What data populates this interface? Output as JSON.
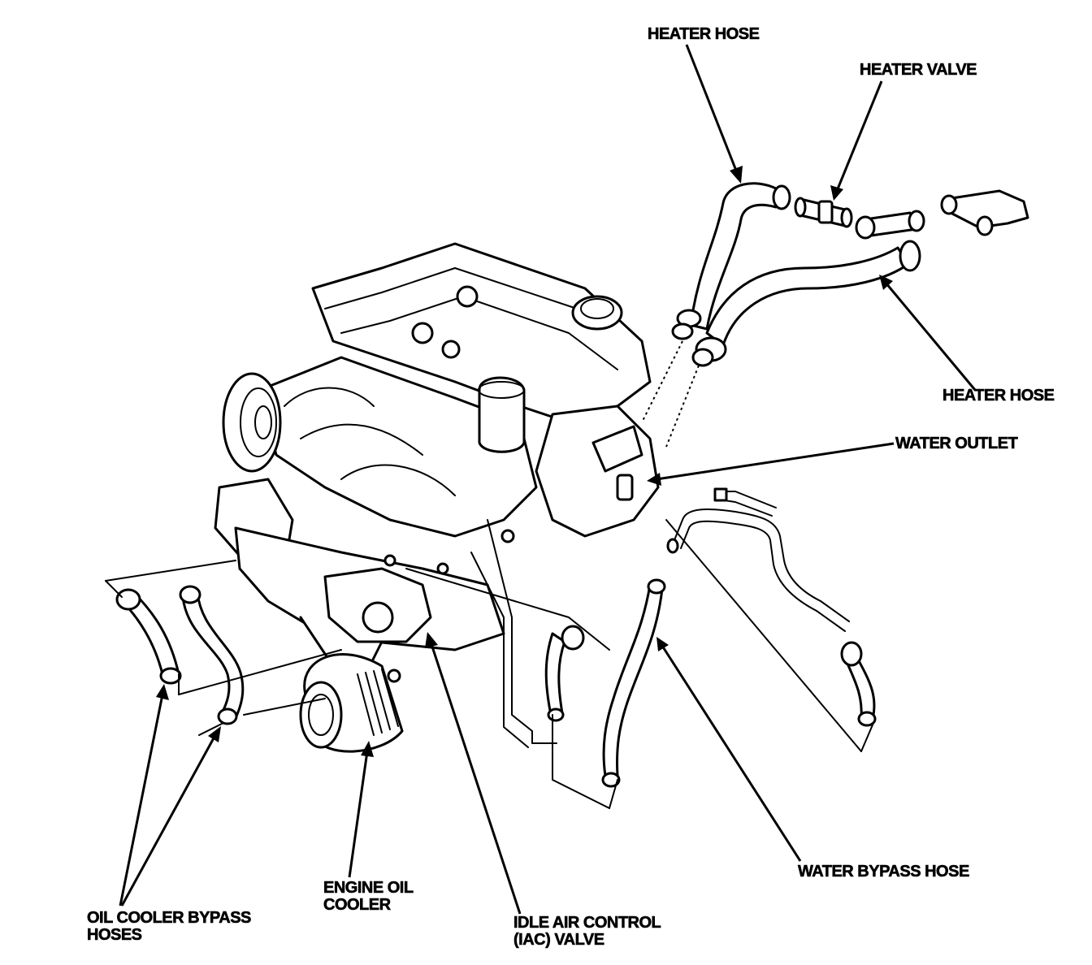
{
  "labels": {
    "heater_hose_top": "HEATER HOSE",
    "heater_valve": "HEATER VALVE",
    "heater_hose_right": "HEATER HOSE",
    "water_outlet": "WATER OUTLET",
    "water_bypass_hose": "WATER BYPASS HOSE",
    "oil_cooler_bypass_hoses_line1": "OIL COOLER BYPASS",
    "oil_cooler_bypass_hoses_line2": "HOSES",
    "engine_oil_cooler_line1": "ENGINE OIL",
    "engine_oil_cooler_line2": "COOLER",
    "iac_valve_line1": "IDLE AIR CONTROL",
    "iac_valve_line2": "(IAC) VALVE"
  },
  "colors": {
    "line": "#000000",
    "background": "#ffffff"
  }
}
